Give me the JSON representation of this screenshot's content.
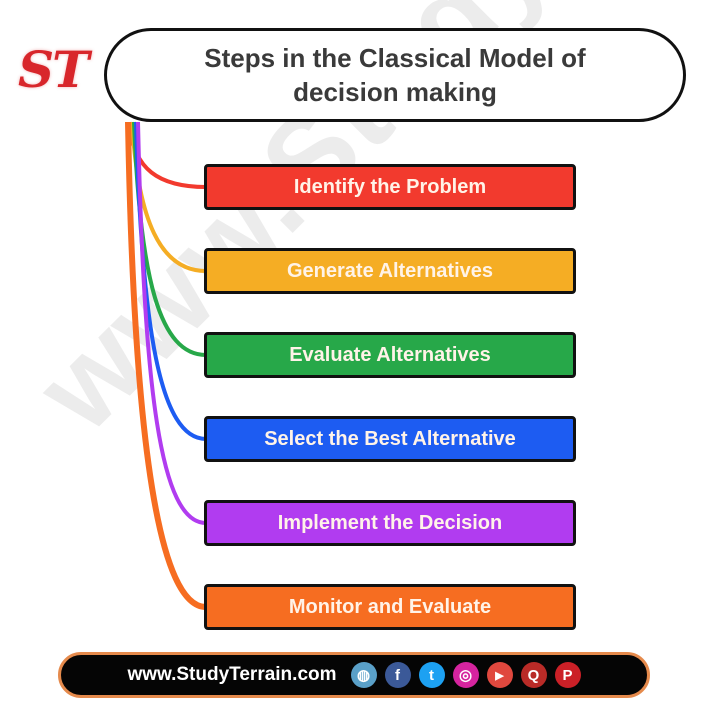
{
  "brand": {
    "logo_text": "ST",
    "watermark": "www.StudyTerrain.com"
  },
  "header": {
    "title": "Steps in the Classical Model of decision making"
  },
  "steps": [
    {
      "label": "Identify the Problem",
      "color": "#f23a2e"
    },
    {
      "label": "Generate Alternatives",
      "color": "#f5ad24"
    },
    {
      "label": "Evaluate Alternatives",
      "color": "#27a849"
    },
    {
      "label": "Select the Best Alternative",
      "color": "#1d5cf2"
    },
    {
      "label": "Implement the Decision",
      "color": "#b13cf0"
    },
    {
      "label": "Monitor and Evaluate",
      "color": "#f66d21"
    }
  ],
  "footer": {
    "url": "www.StudyTerrain.com",
    "social_icons": [
      {
        "name": "globe-icon",
        "glyph": "◍",
        "color": "#5aa0c8"
      },
      {
        "name": "facebook-icon",
        "glyph": "f",
        "color": "#3b5998"
      },
      {
        "name": "twitter-icon",
        "glyph": "t",
        "color": "#1da1f2"
      },
      {
        "name": "instagram-icon",
        "glyph": "◎",
        "color": "#d6249f"
      },
      {
        "name": "youtube-icon",
        "glyph": "▶",
        "color": "#e0483e"
      },
      {
        "name": "quora-icon",
        "glyph": "Q",
        "color": "#b92b27"
      },
      {
        "name": "pinterest-icon",
        "glyph": "P",
        "color": "#cb2027"
      }
    ]
  }
}
